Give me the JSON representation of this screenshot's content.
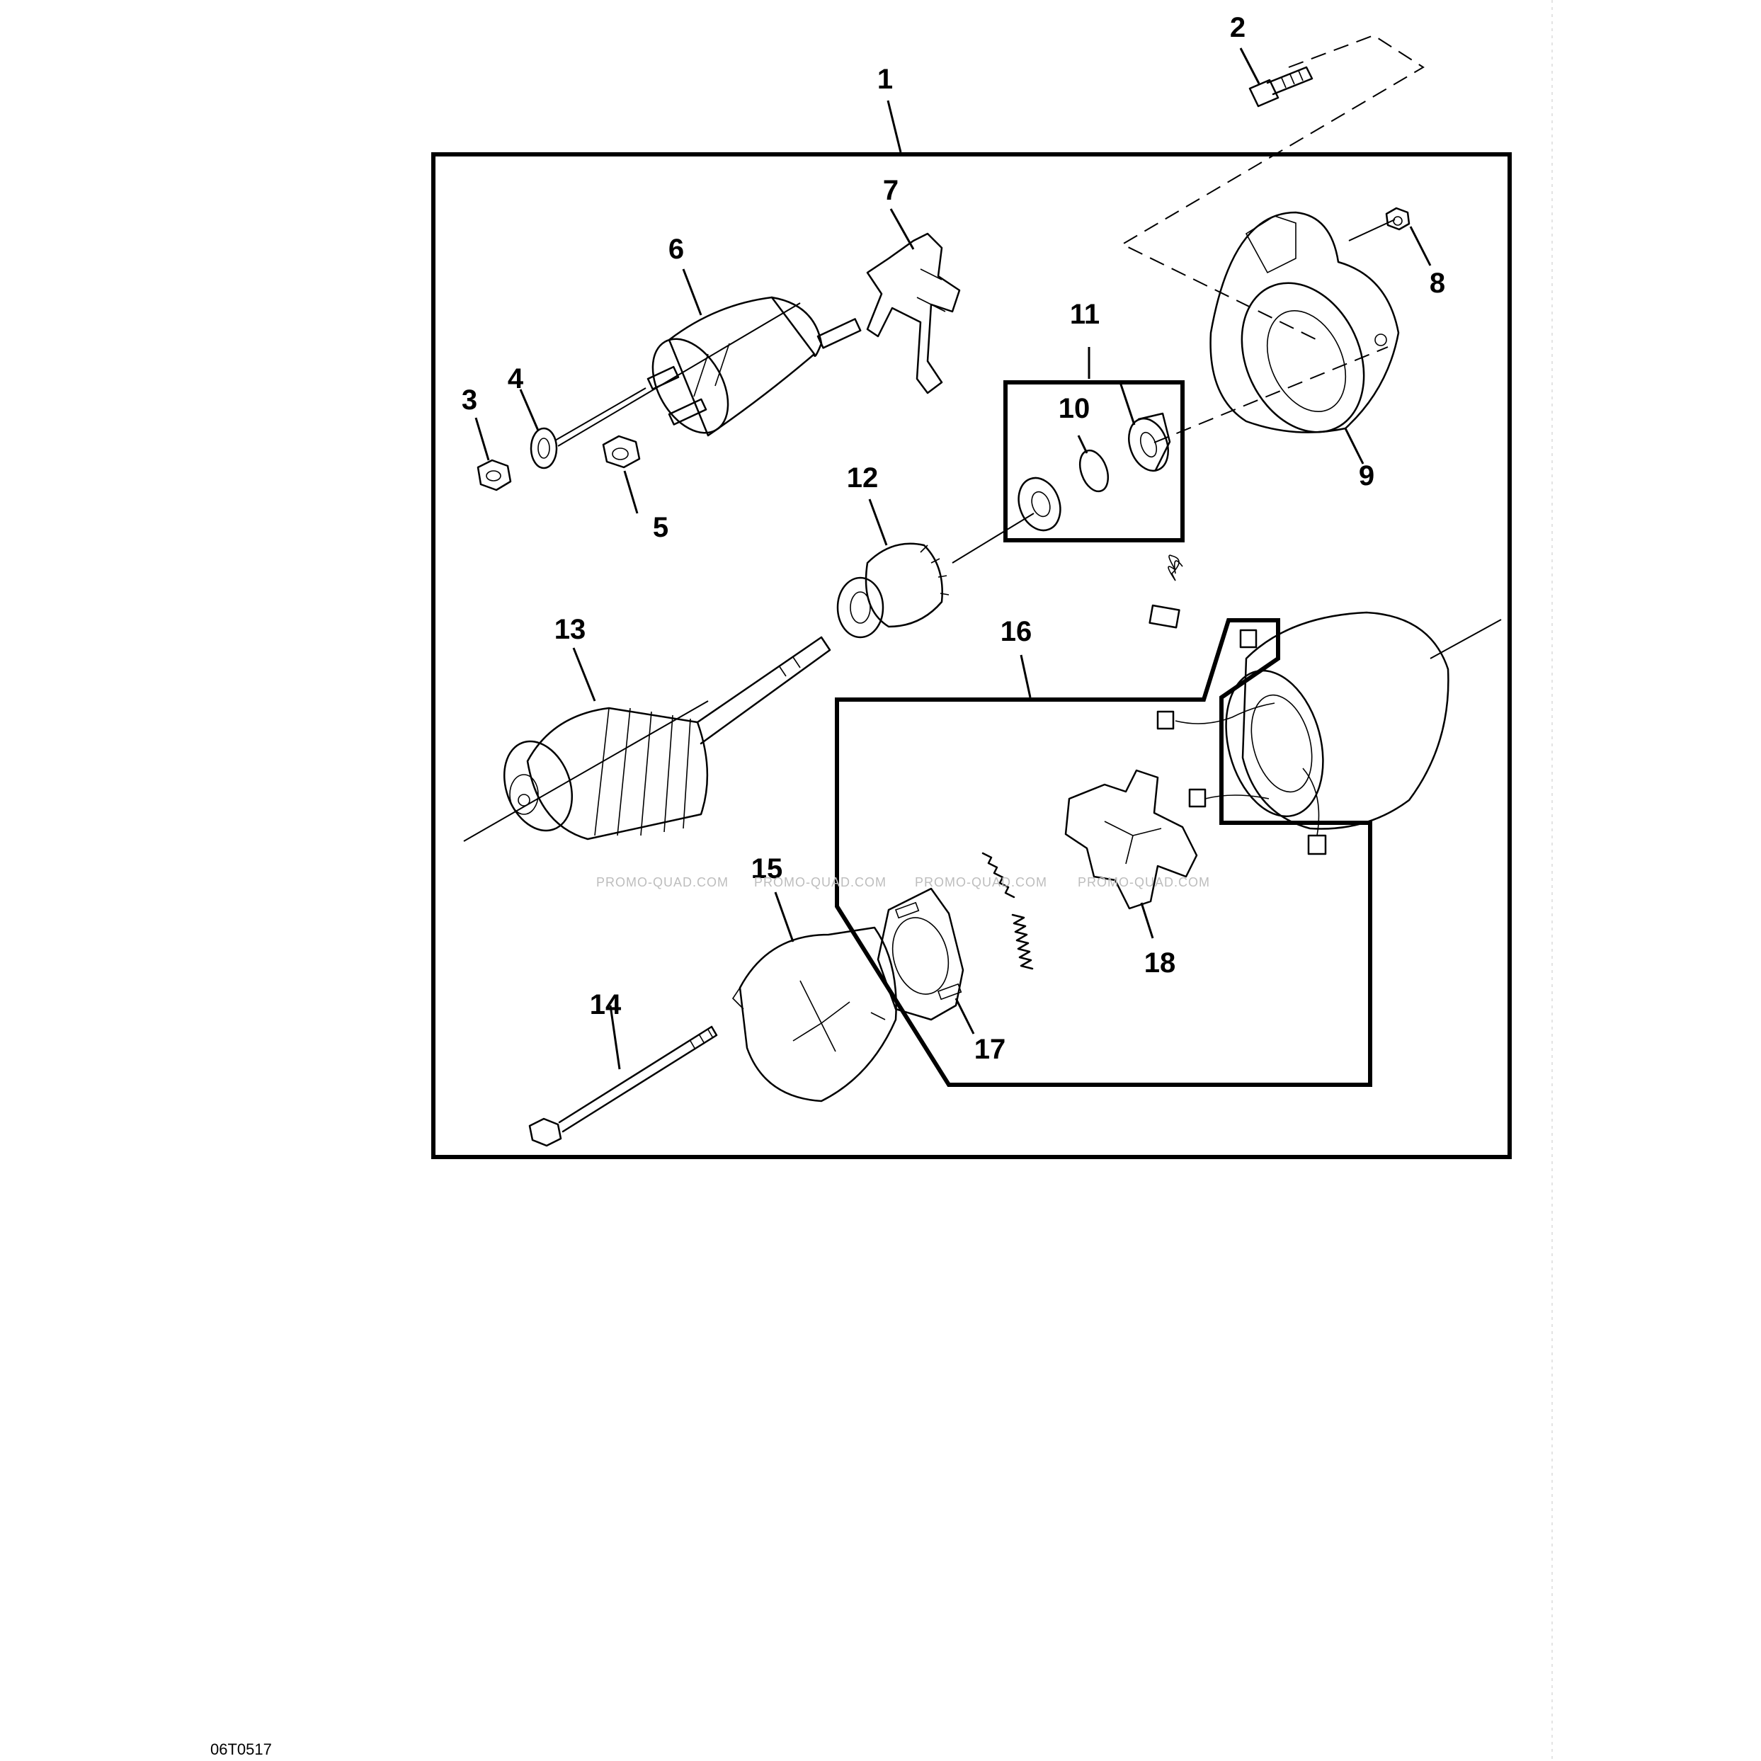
{
  "diagram": {
    "callouts": [
      "1",
      "2",
      "3",
      "4",
      "5",
      "6",
      "7",
      "8",
      "9",
      "10",
      "11",
      "12",
      "13",
      "14",
      "15",
      "16",
      "17",
      "18"
    ],
    "watermark": "PROMO-QUAD.COM",
    "figure_code": "06T0517",
    "colors": {
      "line": "#000000",
      "background": "#ffffff",
      "watermark": "#bdbdbd"
    }
  }
}
